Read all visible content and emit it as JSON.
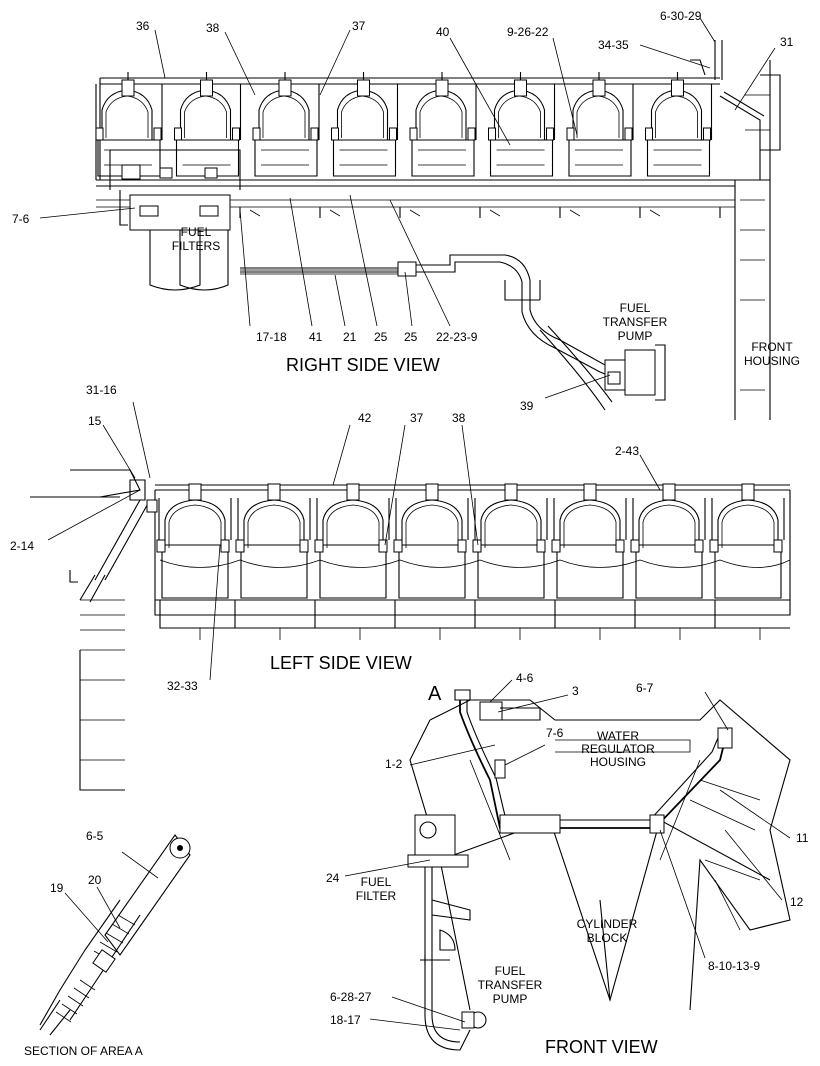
{
  "views": {
    "right_title": "RIGHT SIDE VIEW",
    "left_title": "LEFT SIDE VIEW",
    "front_title": "FRONT VIEW",
    "section_title": "SECTION OF AREA A",
    "area_marker": "A"
  },
  "labels": {
    "fuel_filters": [
      "FUEL",
      "FILTERS"
    ],
    "fuel_transfer_pump_right": [
      "FUEL",
      "TRANSFER",
      "PUMP"
    ],
    "front_housing": [
      "FRONT",
      "HOUSING"
    ],
    "water_regulator": [
      "WATER",
      "REGULATOR",
      "HOUSING"
    ],
    "fuel_filter_front": [
      "FUEL",
      "FILTER"
    ],
    "cylinder_block": [
      "CYLINDER",
      "BLOCK"
    ],
    "fuel_transfer_pump_front": [
      "FUEL",
      "TRANSFER",
      "PUMP"
    ]
  },
  "callouts": {
    "c36": "36",
    "c38": "38",
    "c37": "37",
    "c40": "40",
    "c9_26_22": "9-26-22",
    "c6_30_29": "6-30-29",
    "c34_35": "34-35",
    "c31": "31",
    "c7_6": "7-6",
    "c17_18": "17-18",
    "c41": "41",
    "c21": "21",
    "c25a": "25",
    "c25b": "25",
    "c22_23_9": "22-23-9",
    "c39": "39",
    "c31_16": "31-16",
    "c15": "15",
    "c42": "42",
    "c37b": "37",
    "c38b": "38",
    "c2_43": "2-43",
    "c2_14": "2-14",
    "c32_33": "32-33",
    "c4_6": "4-6",
    "c3": "3",
    "c6_7": "6-7",
    "c7_6b": "7-6",
    "c1_2": "1-2",
    "c11": "11",
    "c12": "12",
    "c24": "24",
    "c8_10_13_9": "8-10-13-9",
    "c6_28_27": "6-28-27",
    "c18_17": "18-17",
    "c6_5": "6-5",
    "c19": "19",
    "c20": "20"
  },
  "counts": {
    "right_cylinders": 8,
    "left_cylinders": 8
  }
}
